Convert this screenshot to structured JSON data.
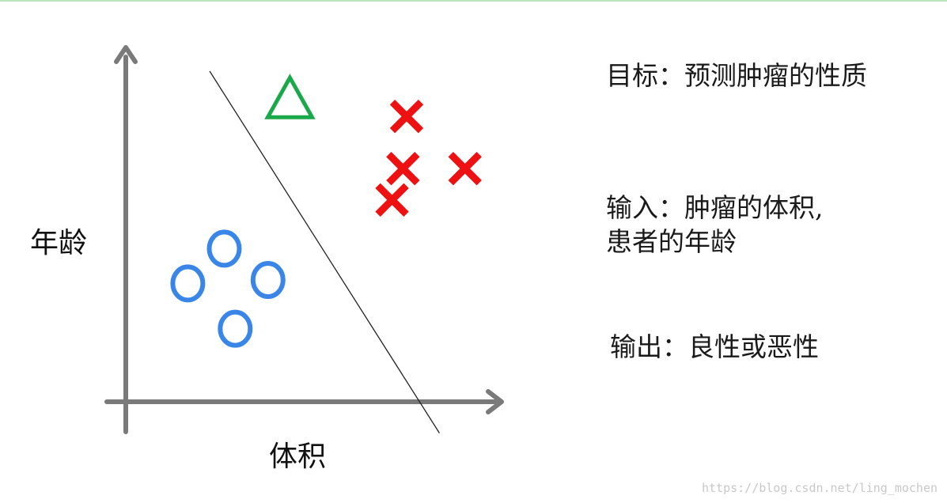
{
  "axes": {
    "y_label": "年龄",
    "x_label": "体积"
  },
  "legend_symbols": {
    "benign": "circle",
    "malignant": "cross",
    "query": "triangle"
  },
  "colors": {
    "axis": "#7a7a7a",
    "benign": "#3a86e8",
    "malignant": "#ee1111",
    "query": "#1aa84a",
    "boundary": "#222222"
  },
  "info": {
    "goal": "目标：预测肿瘤的性质",
    "input_line1": "输入：肿瘤的体积,",
    "input_line2": "患者的年龄",
    "output": "输出：良性或恶性"
  },
  "watermark": "https://blog.csdn.net/ling_mochen",
  "chart_data": {
    "type": "scatter",
    "xlabel": "体积",
    "ylabel": "年龄",
    "xlim": [
      0,
      100
    ],
    "ylim": [
      0,
      100
    ],
    "series": [
      {
        "points": [
          [
            27,
            44
          ],
          [
            17,
            34
          ],
          [
            39,
            35
          ],
          [
            30,
            21
          ]
        ]
      },
      {
        "points": [
          [
            77,
            82
          ],
          [
            76,
            67
          ],
          [
            93,
            67
          ],
          [
            73,
            58
          ]
        ]
      },
      {
        "points": [
          [
            45,
            87
          ]
        ]
      }
    ],
    "decision_boundary": [
      [
        23,
        95
      ],
      [
        86,
        -9
      ]
    ]
  }
}
